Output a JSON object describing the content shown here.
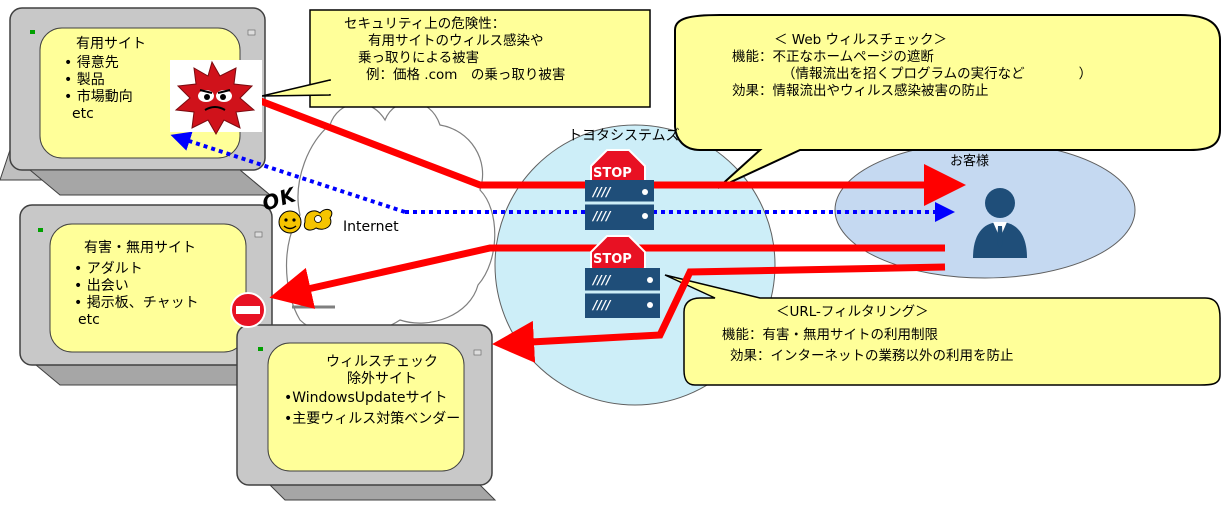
{
  "monitors": {
    "useful": {
      "title": "有用サイト",
      "items": [
        "• 得意先",
        "• 製品",
        "• 市場動向"
      ],
      "tail": "etc"
    },
    "harmful": {
      "title": "有害・無用サイト",
      "items": [
        "• アダルト",
        "• 出会い",
        "• 掲示板、チャット"
      ],
      "tail": "etc"
    },
    "exclude": {
      "title_line1": "ウィルスチェック",
      "title_line2": "除外サイト",
      "items": [
        "•WindowsUpdateサイト",
        "•主要ウィルス対策ベンダー"
      ]
    }
  },
  "callouts": {
    "security": {
      "line1": "セキュリティ上の危険性：",
      "line2": "有用サイトのウィルス感染や",
      "line3": "乗っ取りによる被害",
      "line4": "例：価格 .com　の乗っ取り被害"
    },
    "web_virus": {
      "title": "＜ Web ウィルスチェック＞",
      "line1": "機能：不正なホームページの遮断",
      "line2": "（情報流出を招くプログラムの実行など　　　　）",
      "line3": "効果：情報流出やウィルス感染被害の防止"
    },
    "url_filter": {
      "title": "＜URL-フィルタリング＞",
      "line1": "機能：有害・無用サイトの利用制限",
      "line2": "効果：インターネットの業務以外の利用を防止"
    }
  },
  "labels": {
    "internet": "Internet",
    "toyota": "トヨタシステムズ",
    "customer": "お客様",
    "stop1": "STOP",
    "stop2": "STOP",
    "ok": "OK",
    "server_mark": "////"
  },
  "colors": {
    "bubble_fill": "#ffff99",
    "arrow_red": "#ff0000",
    "arrow_blue": "#0000ff",
    "toyota_circle": "#cdeef8",
    "customer_ellipse": "#c5d9f1",
    "server_blue": "#1f4e79",
    "stop_red": "#e81123"
  },
  "icons": [
    "virus-icon",
    "ok-mascot-icon",
    "no-entry-icon",
    "stop-sign-icon",
    "server-icon",
    "user-avatar-icon"
  ]
}
